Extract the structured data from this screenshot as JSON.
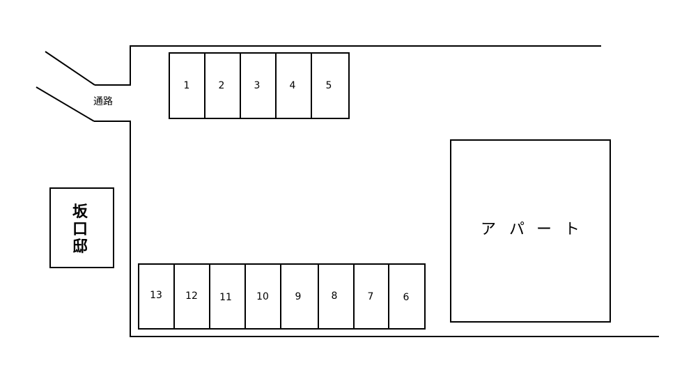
{
  "passage_label": "通路",
  "neighbor_house": {
    "label_chars": [
      "坂",
      "口",
      "邸"
    ]
  },
  "apartment": {
    "label": "アパート",
    "label_chars": [
      "ア",
      "パ",
      "ー",
      "ト"
    ]
  },
  "parking_top": {
    "spaces": [
      "1",
      "2",
      "3",
      "4",
      "5"
    ]
  },
  "parking_bottom": {
    "spaces": [
      "13",
      "12",
      "11",
      "10",
      "9",
      "8",
      "7",
      "6"
    ]
  }
}
